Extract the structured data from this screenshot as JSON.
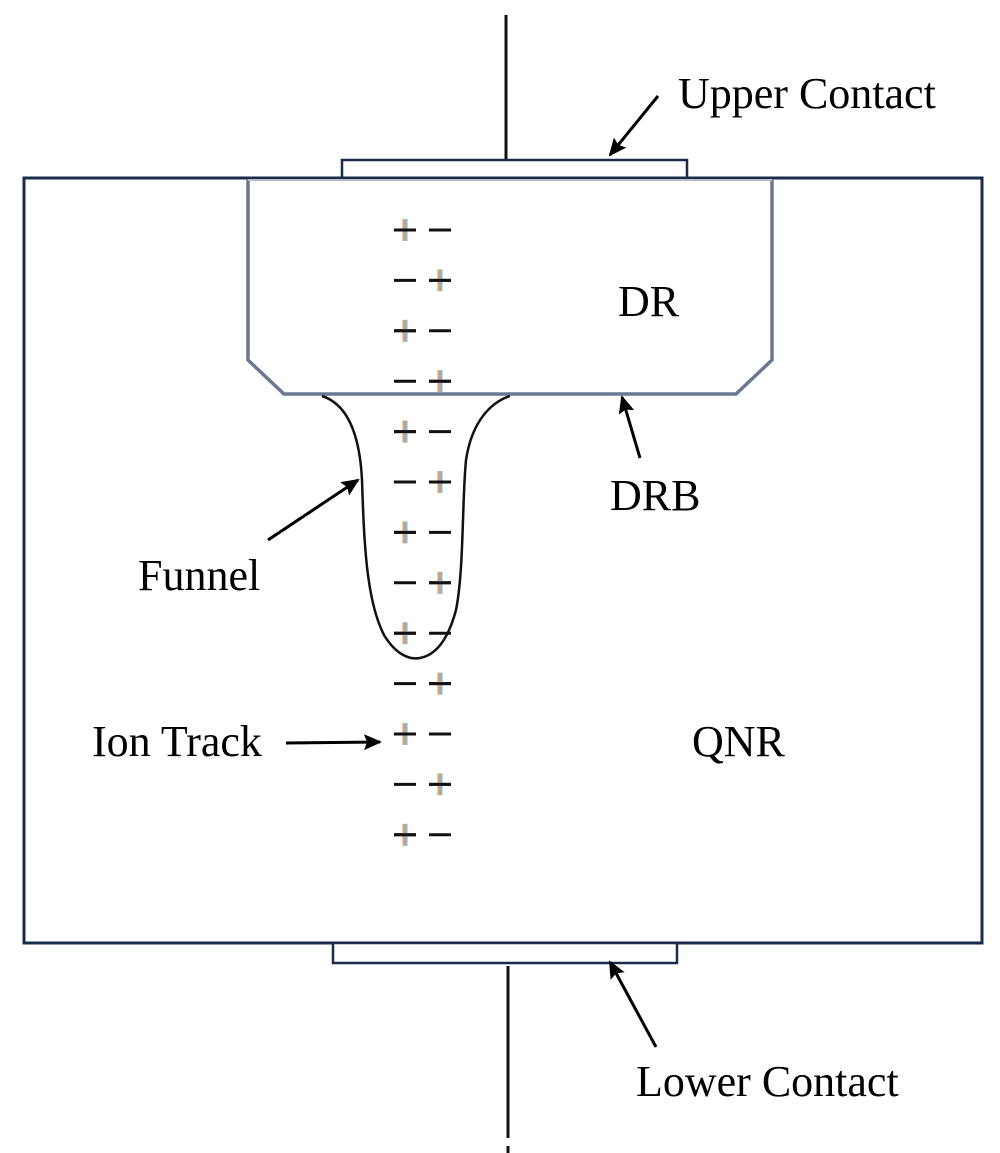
{
  "diagram": {
    "labels": {
      "upper_contact": "Upper Contact",
      "dr": "DR",
      "drb": "DRB",
      "funnel": "Funnel",
      "ion_track": "Ion Track",
      "qnr": "QNR",
      "lower_contact": "Lower Contact"
    },
    "charge_pairs": [
      [
        "+",
        "−"
      ],
      [
        "−",
        "+"
      ],
      [
        "+",
        "−"
      ],
      [
        "−",
        "+"
      ],
      [
        "+",
        "−"
      ],
      [
        "−",
        "+"
      ],
      [
        "+",
        "−"
      ],
      [
        "−",
        "+"
      ],
      [
        "+",
        "−"
      ],
      [
        "−",
        "+"
      ],
      [
        "+",
        "−"
      ],
      [
        "−",
        "+"
      ],
      [
        "+",
        "−"
      ]
    ],
    "colors": {
      "device_outline": "#1c2b4a",
      "dr_outline": "#6b7891",
      "wire": "#111111",
      "plus_accent_left": "#d9a070",
      "plus_accent_right": "#7fb8e0"
    }
  }
}
